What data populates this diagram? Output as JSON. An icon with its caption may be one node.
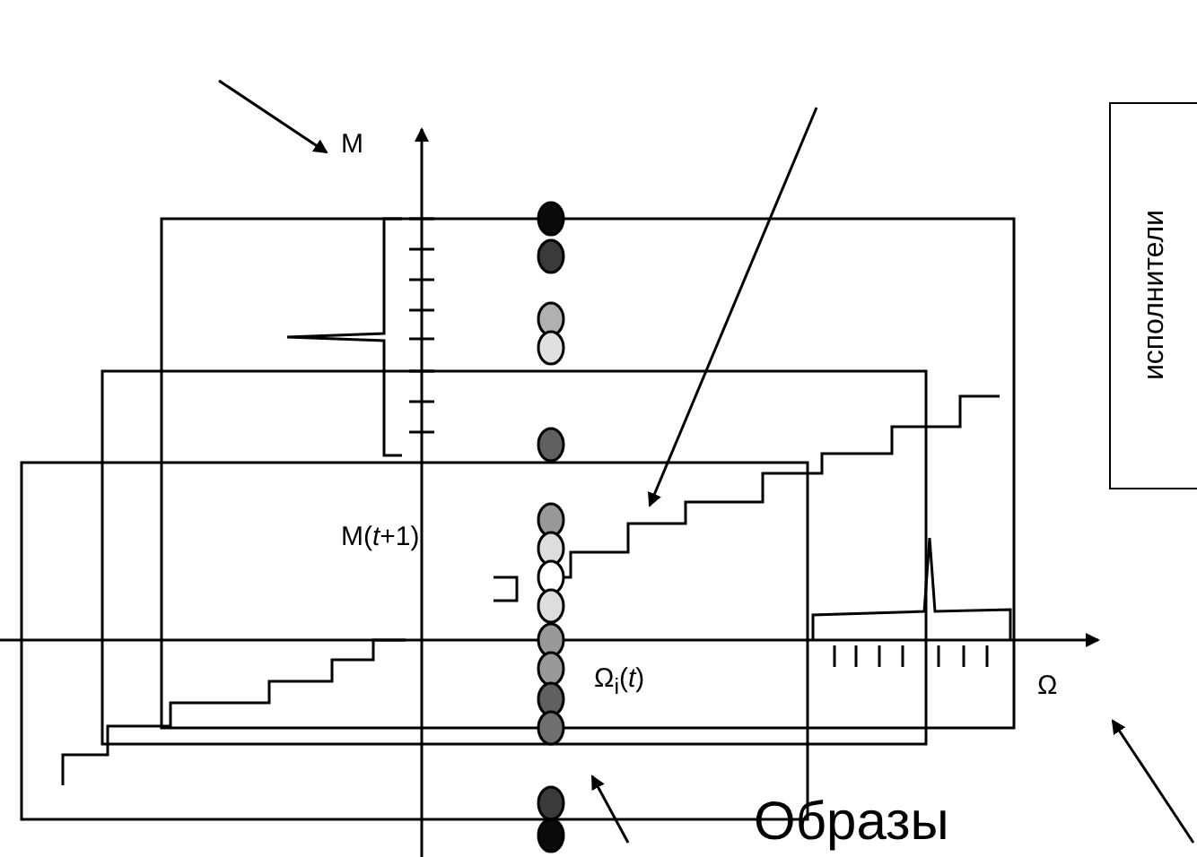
{
  "diagram": {
    "nodes": [
      {
        "text": [
          "исполнители"
        ]
      }
    ],
    "labels": [
      "M",
      "M(*t*+1)",
      "Ω$_{i}$(*t*)",
      "Ω",
      "Образы"
    ]
  }
}
